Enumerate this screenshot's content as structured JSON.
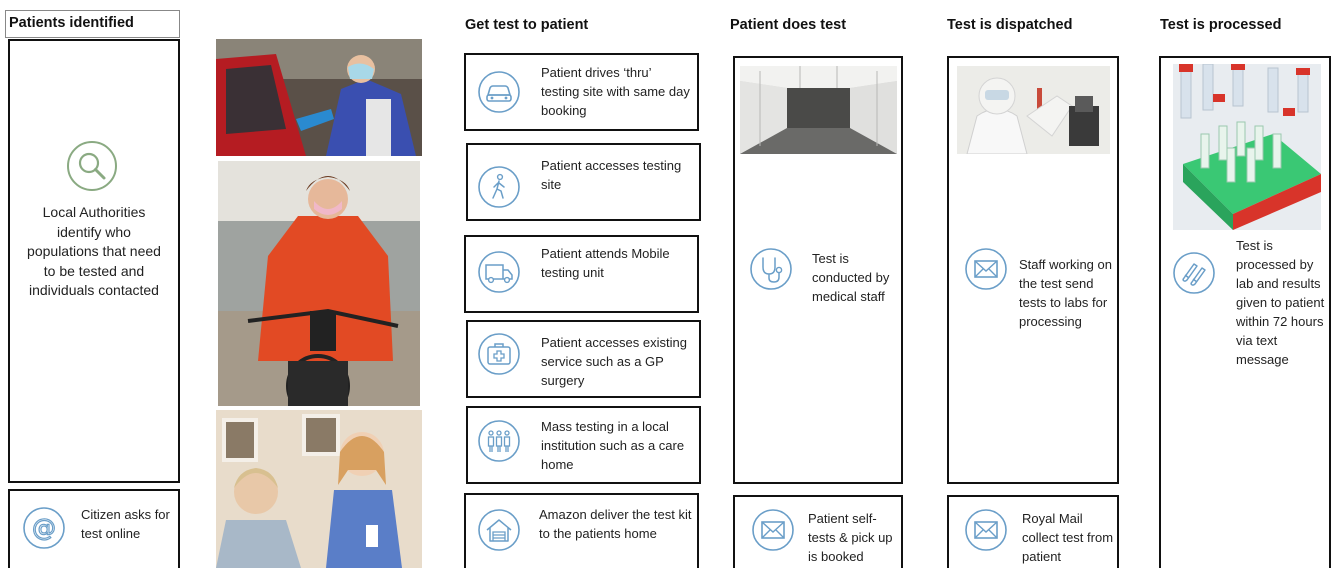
{
  "colors": {
    "icon_stroke": "#6a9ec8",
    "search_icon_stroke": "#8aaa82",
    "border": "#111111"
  },
  "headers": {
    "patients_identified": "Patients identified",
    "get_test": "Get test to patient",
    "does_test": "Patient does test",
    "dispatched": "Test is dispatched",
    "processed": "Test is processed"
  },
  "identify": {
    "text": "Local Authorities identify who populations that need to be tested and individuals contacted",
    "icon": "search-icon"
  },
  "citizen": {
    "text": "Citizen asks for test online",
    "icon": "at-sign-icon"
  },
  "routes": [
    {
      "text": "Patient drives ‘thru’ testing site with same day booking",
      "icon": "car-icon"
    },
    {
      "text": "Patient accesses testing site",
      "icon": "walking-person-icon"
    },
    {
      "text": "Patient attends Mobile testing unit",
      "icon": "van-icon"
    },
    {
      "text": "Patient accesses existing service such as a GP surgery",
      "icon": "medical-kit-icon"
    },
    {
      "text": "Mass testing in a local institution such as a care home",
      "icon": "group-people-icon"
    },
    {
      "text": "Amazon deliver the test kit to the patients home",
      "icon": "house-icon"
    }
  ],
  "does_test": {
    "main": "Test is conducted by medical staff",
    "main_icon": "stethoscope-icon",
    "self": "Patient self-tests & pick up is booked",
    "self_icon": "envelope-icon"
  },
  "dispatched": {
    "main": "Staff working on the test send tests to labs for processing",
    "main_icon": "envelope-icon",
    "mail": "Royal Mail collect test from patient",
    "mail_icon": "envelope-icon"
  },
  "processed": {
    "main": "Test is processed by lab and results given to patient within 72 hours via text message",
    "icon": "test-tubes-icon"
  }
}
